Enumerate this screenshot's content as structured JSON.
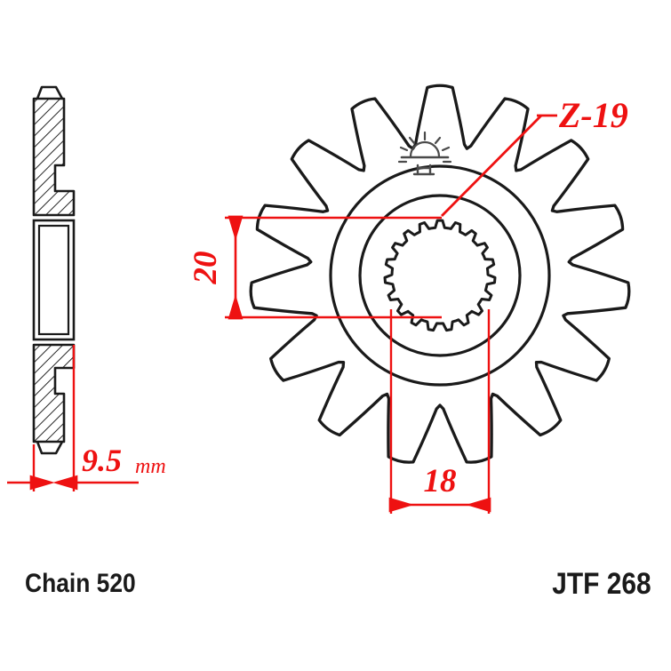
{
  "drawing": {
    "title": "JT front sprocket technical drawing",
    "line_color": "#1a1a1a",
    "dimension_color": "#ee1111",
    "background": "#ffffff"
  },
  "section_view": {
    "name": "cross-section side view",
    "thickness_dimension": {
      "value": "9.5",
      "unit": "mm"
    }
  },
  "face_view": {
    "name": "sprocket face view",
    "teeth_count": 15,
    "spline_count": 19,
    "spline_label": "Z-19",
    "bore_height_dimension": "20",
    "bore_width_dimension": "18",
    "logo": "jt-sunrise-logo"
  },
  "captions": {
    "chain": "Chain 520",
    "part_number": "JTF 268"
  }
}
